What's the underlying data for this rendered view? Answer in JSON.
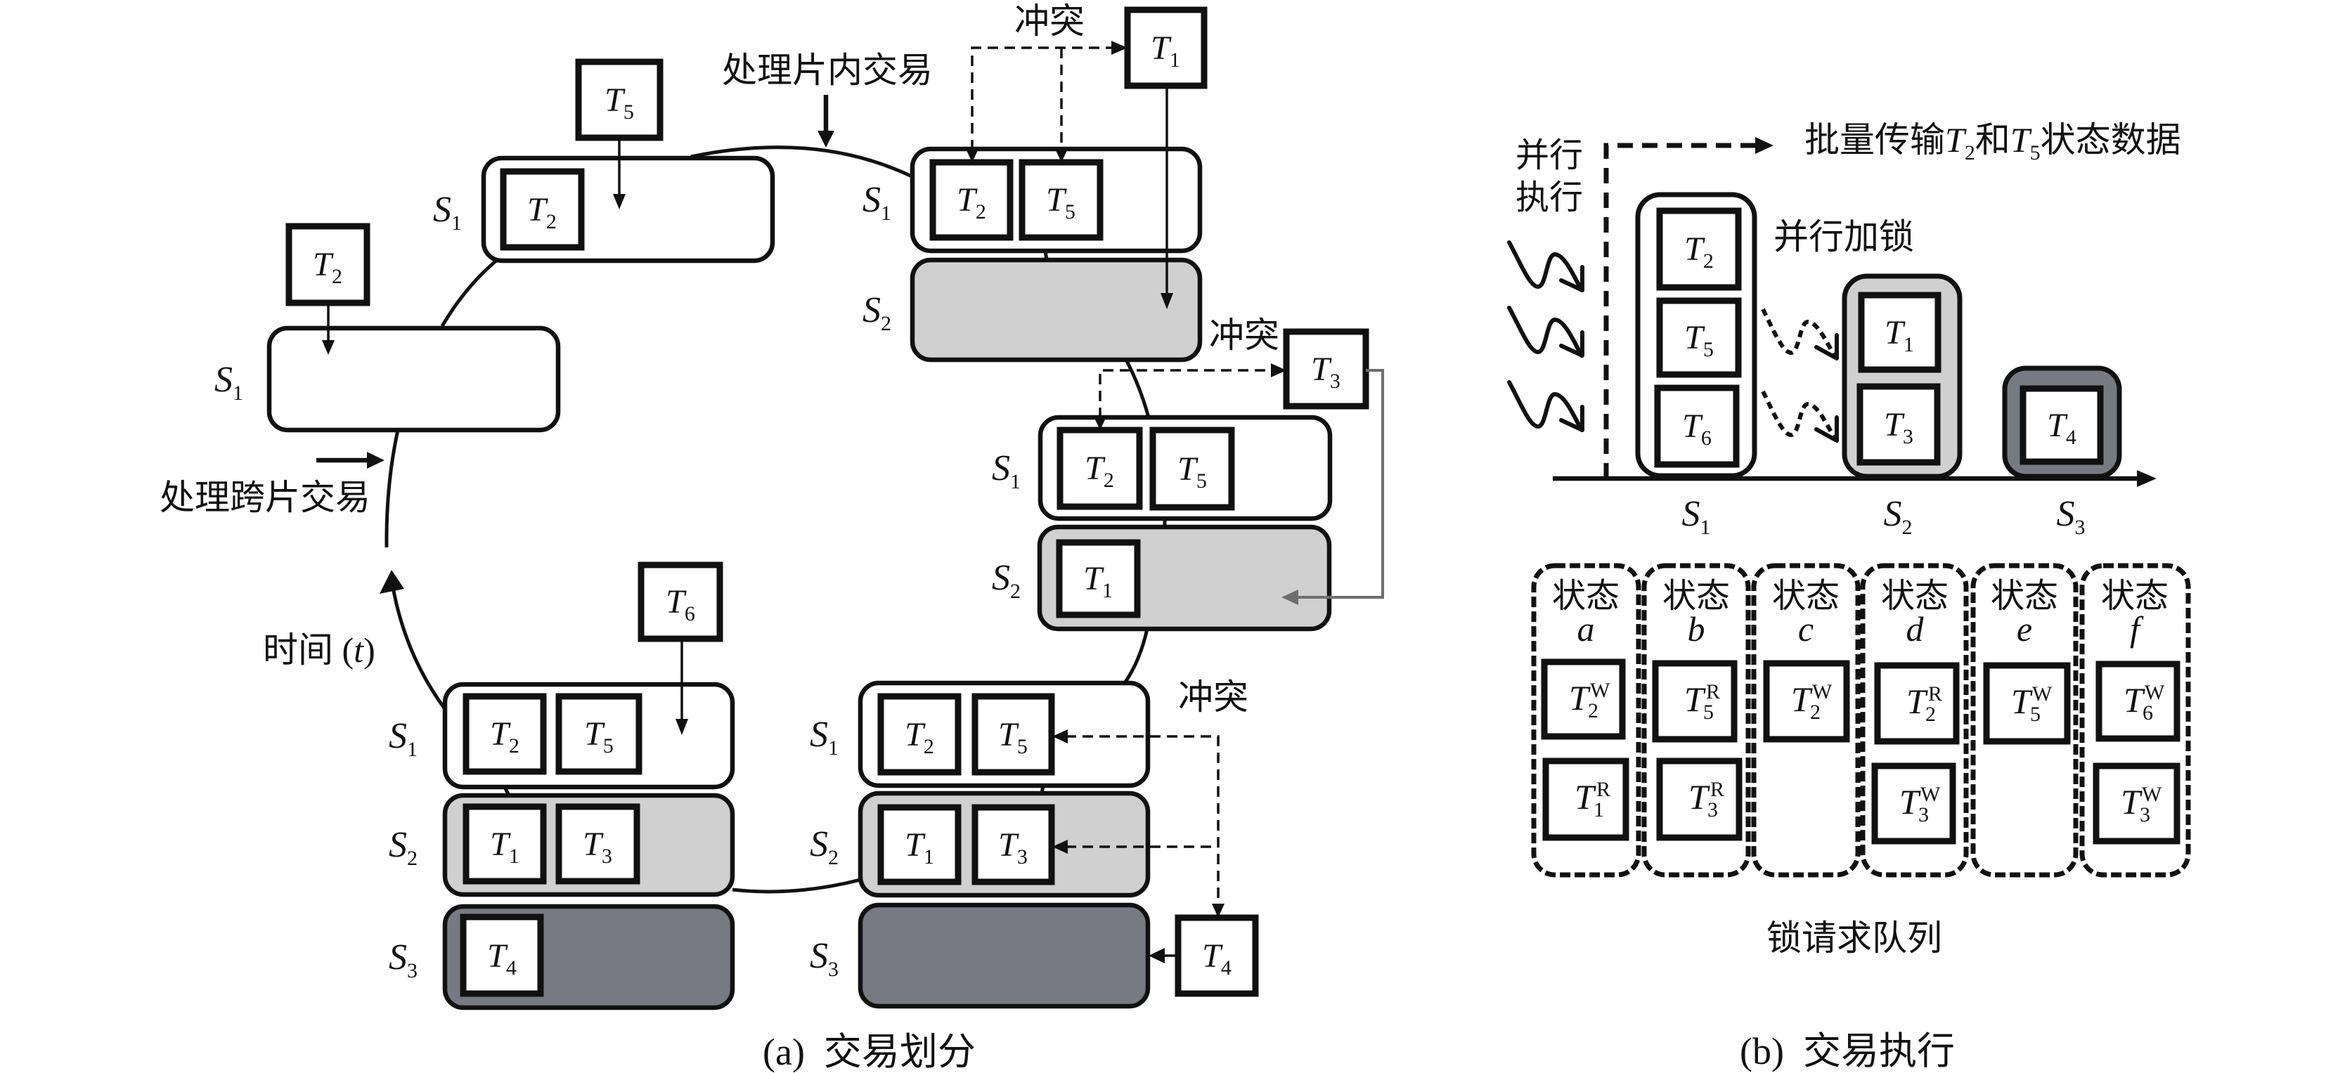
{
  "colors": {
    "ink": "#111111",
    "shard_1_fill": "#ffffff",
    "shard_2_fill": "#d0d0d0",
    "shard_3_fill": "#777a82",
    "feedback_line": "#6e6e6e"
  },
  "panel_a": {
    "caption": "(a)  交易划分",
    "intra_shard_label": "处理片内交易",
    "cross_shard_label": "处理跨片交易",
    "time_label": "时间 (",
    "time_var": "t",
    "time_close": ")",
    "stages": [
      {
        "incoming": {
          "letter": "T",
          "sub": "2"
        },
        "shards": [
          {
            "letter": "S",
            "sub": "1",
            "txs": []
          }
        ]
      },
      {
        "incoming": {
          "letter": "T",
          "sub": "5"
        },
        "shards": [
          {
            "letter": "S",
            "sub": "1",
            "txs": [
              {
                "letter": "T",
                "sub": "2"
              }
            ]
          }
        ]
      },
      {
        "incoming": {
          "letter": "T",
          "sub": "1"
        },
        "conflict_label": "冲突",
        "shards": [
          {
            "letter": "S",
            "sub": "1",
            "txs": [
              {
                "letter": "T",
                "sub": "2"
              },
              {
                "letter": "T",
                "sub": "5"
              }
            ]
          },
          {
            "letter": "S",
            "sub": "2",
            "txs": []
          }
        ]
      },
      {
        "incoming": {
          "letter": "T",
          "sub": "3"
        },
        "conflict_label": "冲突",
        "shards": [
          {
            "letter": "S",
            "sub": "1",
            "txs": [
              {
                "letter": "T",
                "sub": "2"
              },
              {
                "letter": "T",
                "sub": "5"
              }
            ]
          },
          {
            "letter": "S",
            "sub": "2",
            "txs": [
              {
                "letter": "T",
                "sub": "1"
              }
            ]
          }
        ]
      },
      {
        "incoming": {
          "letter": "T",
          "sub": "4"
        },
        "conflict_label": "冲突",
        "shards": [
          {
            "letter": "S",
            "sub": "1",
            "txs": [
              {
                "letter": "T",
                "sub": "2"
              },
              {
                "letter": "T",
                "sub": "5"
              }
            ]
          },
          {
            "letter": "S",
            "sub": "2",
            "txs": [
              {
                "letter": "T",
                "sub": "1"
              },
              {
                "letter": "T",
                "sub": "3"
              }
            ]
          },
          {
            "letter": "S",
            "sub": "3",
            "txs": []
          }
        ]
      },
      {
        "incoming": {
          "letter": "T",
          "sub": "6"
        },
        "shards": [
          {
            "letter": "S",
            "sub": "1",
            "txs": [
              {
                "letter": "T",
                "sub": "2"
              },
              {
                "letter": "T",
                "sub": "5"
              }
            ]
          },
          {
            "letter": "S",
            "sub": "2",
            "txs": [
              {
                "letter": "T",
                "sub": "1"
              },
              {
                "letter": "T",
                "sub": "3"
              }
            ]
          },
          {
            "letter": "S",
            "sub": "3",
            "txs": [
              {
                "letter": "T",
                "sub": "4"
              }
            ]
          }
        ]
      }
    ]
  },
  "panel_b": {
    "caption": "(b)  交易执行",
    "parallel_exec_label": [
      "并行",
      "执行"
    ],
    "batch_transfer": {
      "prefix": "批量传输",
      "tx_a": {
        "letter": "T",
        "sub": "2"
      },
      "joiner": "和",
      "tx_b": {
        "letter": "T",
        "sub": "5"
      },
      "suffix": "状态数据"
    },
    "parallel_lock_label": "并行加锁",
    "shards": [
      {
        "letter": "S",
        "sub": "1",
        "txs": [
          {
            "letter": "T",
            "sub": "2"
          },
          {
            "letter": "T",
            "sub": "5"
          },
          {
            "letter": "T",
            "sub": "6"
          }
        ]
      },
      {
        "letter": "S",
        "sub": "2",
        "txs": [
          {
            "letter": "T",
            "sub": "1"
          },
          {
            "letter": "T",
            "sub": "3"
          }
        ]
      },
      {
        "letter": "S",
        "sub": "3",
        "txs": [
          {
            "letter": "T",
            "sub": "4"
          }
        ]
      }
    ],
    "lock_queue_label": "锁请求队列",
    "lock_queues": [
      {
        "title": "状态",
        "state": "a",
        "requests": [
          {
            "letter": "T",
            "sub": "2",
            "mode": "W"
          },
          {
            "letter": "T",
            "sub": "1",
            "mode": "R"
          }
        ]
      },
      {
        "title": "状态",
        "state": "b",
        "requests": [
          {
            "letter": "T",
            "sub": "5",
            "mode": "R"
          },
          {
            "letter": "T",
            "sub": "3",
            "mode": "R"
          }
        ]
      },
      {
        "title": "状态",
        "state": "c",
        "requests": [
          {
            "letter": "T",
            "sub": "2",
            "mode": "W"
          }
        ]
      },
      {
        "title": "状态",
        "state": "d",
        "requests": [
          {
            "letter": "T",
            "sub": "2",
            "mode": "R"
          },
          {
            "letter": "T",
            "sub": "3",
            "mode": "W"
          }
        ]
      },
      {
        "title": "状态",
        "state": "e",
        "requests": [
          {
            "letter": "T",
            "sub": "5",
            "mode": "W"
          }
        ]
      },
      {
        "title": "状态",
        "state": "f",
        "requests": [
          {
            "letter": "T",
            "sub": "6",
            "mode": "W"
          },
          {
            "letter": "T",
            "sub": "3",
            "mode": "W"
          }
        ]
      }
    ]
  }
}
